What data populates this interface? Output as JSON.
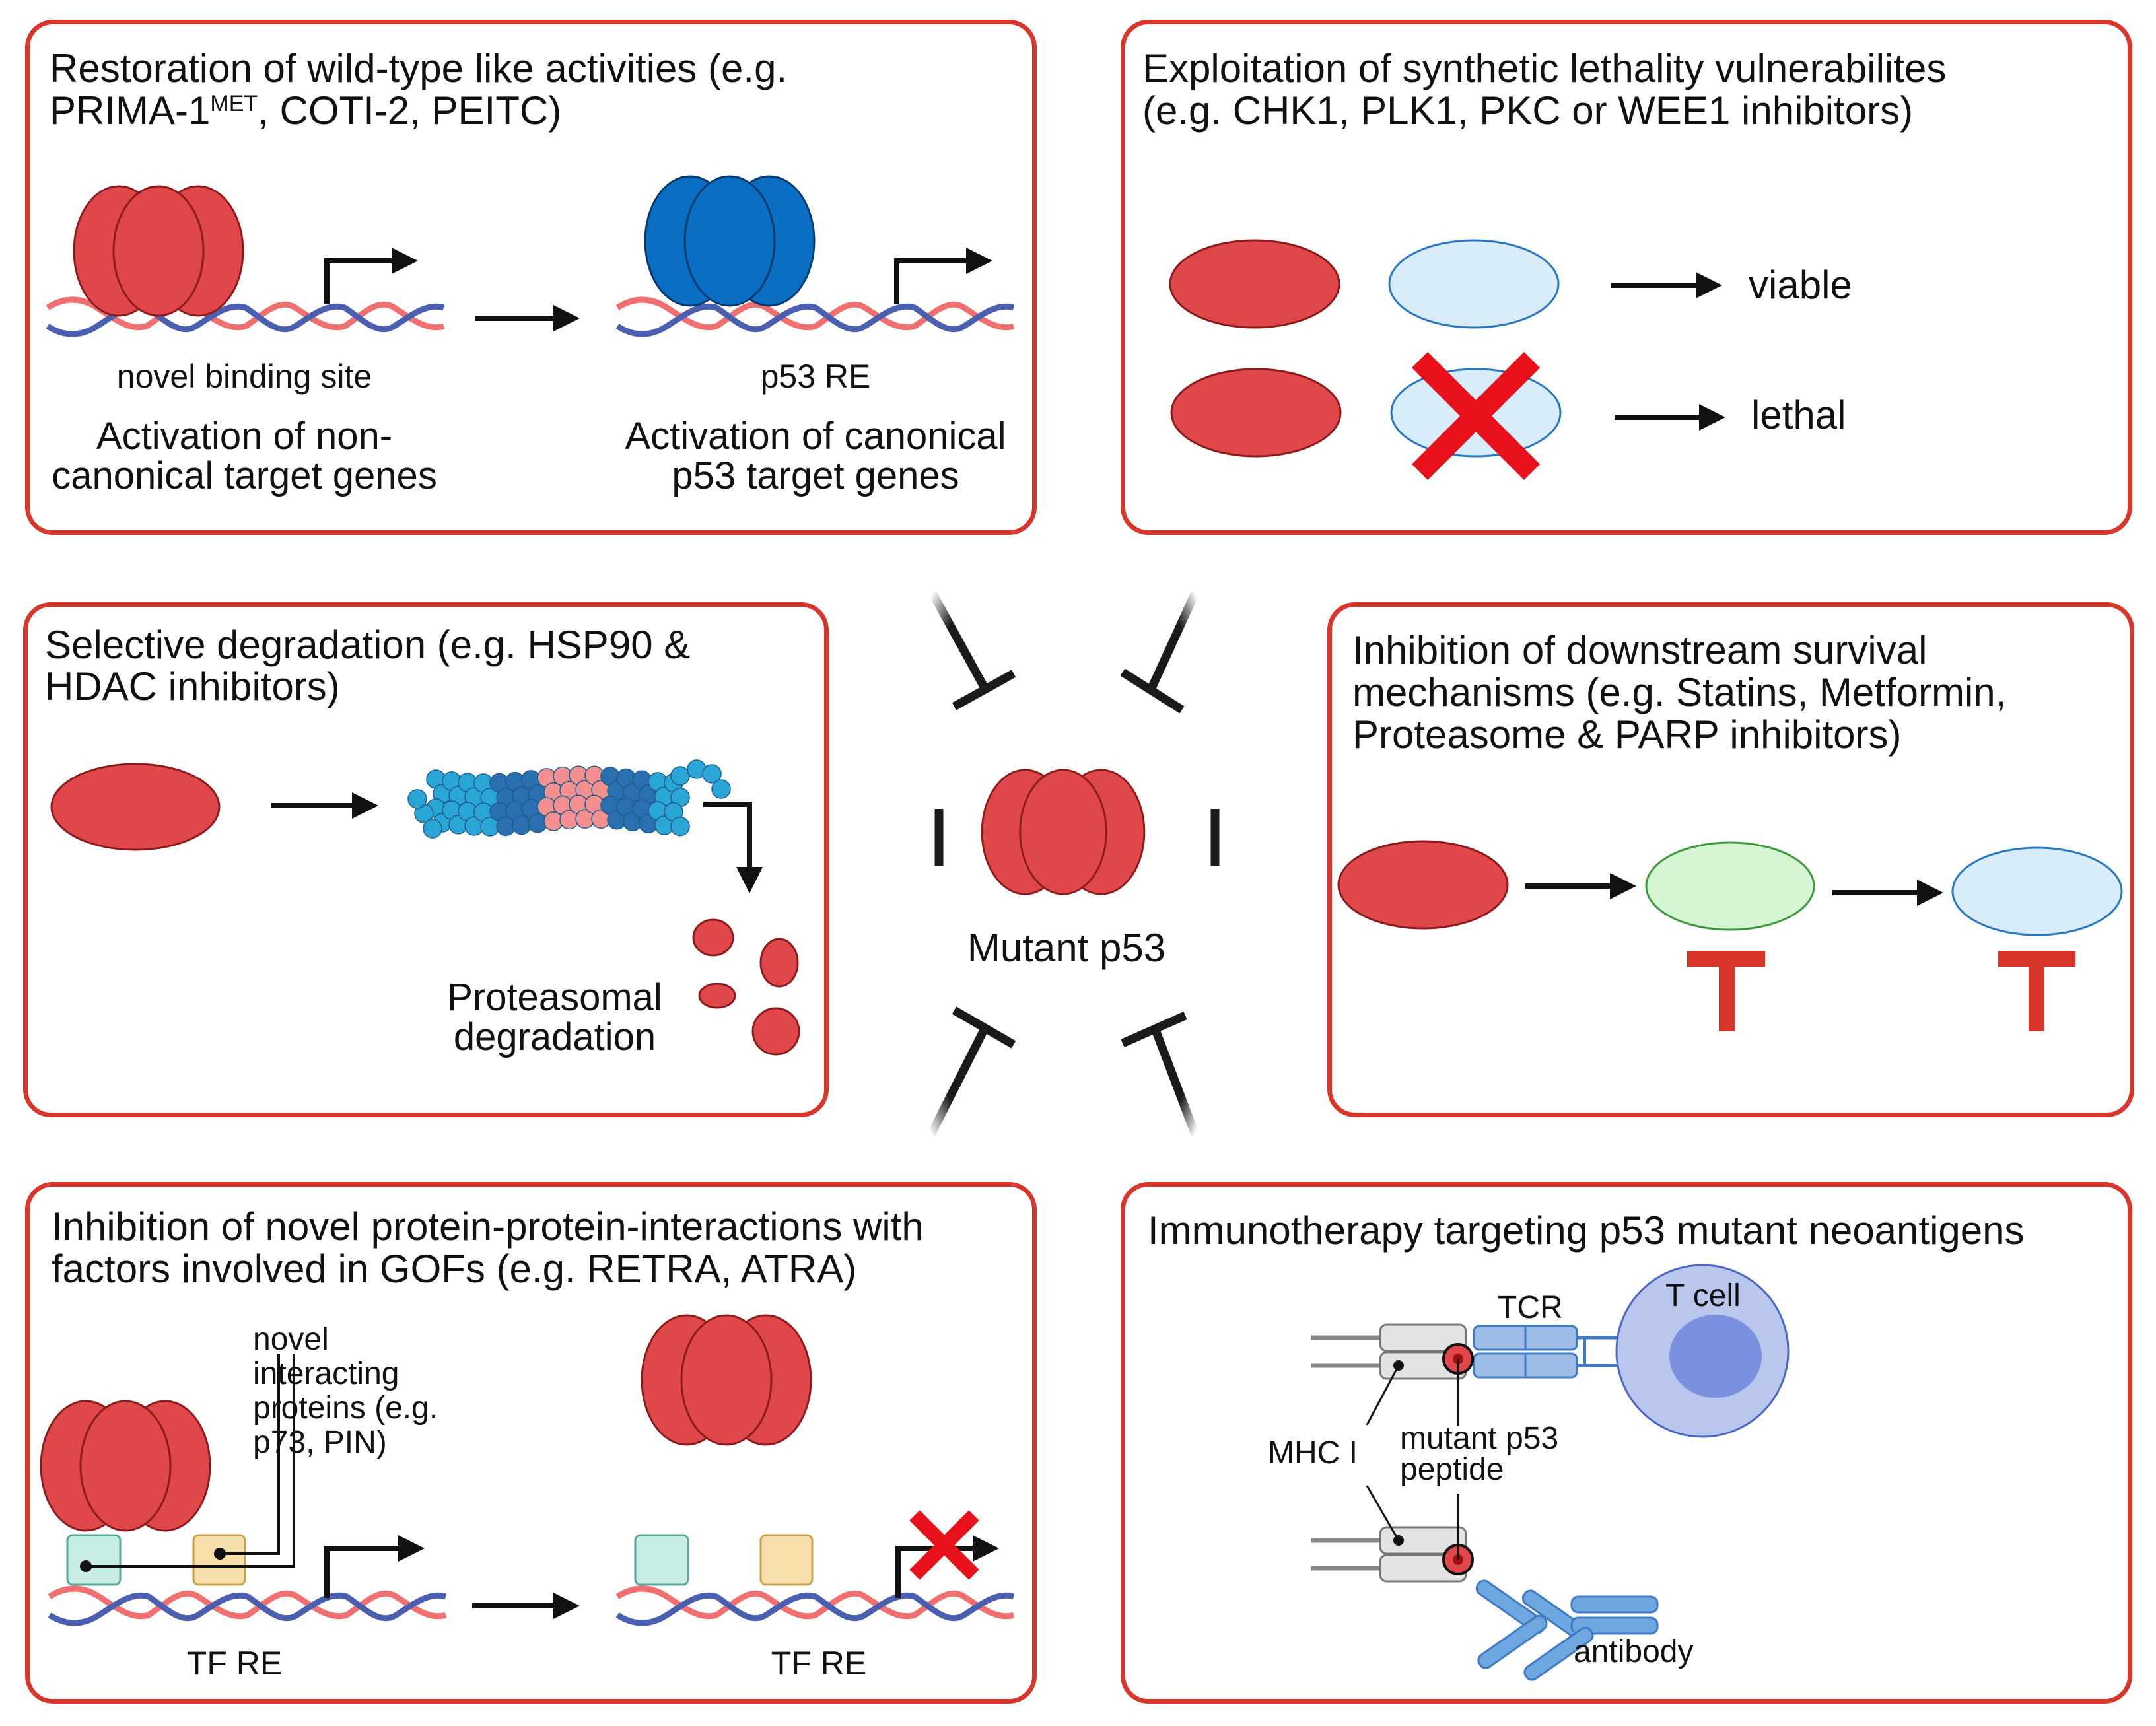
{
  "colors": {
    "border": "#d9362b",
    "mutant_protein": "#e0474a",
    "wildtype_protein": "#0a6fc2",
    "dna_red": "#f07070",
    "dna_blue": "#4a5fb0",
    "light_blue": "#d8ecfa",
    "light_green": "#d6f5d3",
    "inhibit_red": "#d9362b"
  },
  "center": {
    "label": "Mutant p53"
  },
  "panels": {
    "restoration": {
      "title_line1": "Restoration of wild-type like activities (e.g.",
      "title_line2_pre": "PRIMA-1",
      "title_line2_sup": "MET",
      "title_line2_post": ", COTI-2, PEITC)",
      "left_site": "novel binding site",
      "left_desc_line1": "Activation of non-",
      "left_desc_line2": "canonical target genes",
      "right_site": "p53 RE",
      "right_desc_line1": "Activation of canonical",
      "right_desc_line2": "p53 target genes"
    },
    "synthetic_lethality": {
      "title_line1": "Exploitation of synthetic lethality vulnerabilites",
      "title_line2": "(e.g. CHK1, PLK1, PKC or WEE1 inhibitors)",
      "outcome_top": "viable",
      "outcome_bottom": "lethal"
    },
    "degradation": {
      "title_line1": "Selective degradation (e.g. HSP90 &",
      "title_line2": "HDAC inhibitors)",
      "label_line1": "Proteasomal",
      "label_line2": "degradation"
    },
    "downstream": {
      "title_line1": "Inhibition of downstream survival",
      "title_line2": "mechanisms (e.g. Statins, Metformin,",
      "title_line3": "Proteasome & PARP inhibitors)"
    },
    "ppi": {
      "title_line1": "Inhibition of novel protein-protein-interactions with",
      "title_line2": "factors involved in GOFs (e.g. RETRA, ATRA)",
      "interactor_line1": "novel",
      "interactor_line2": "interacting",
      "interactor_line3": "proteins (e.g.",
      "interactor_line4": "p73, PIN)",
      "left_re": "TF RE",
      "right_re": "TF RE"
    },
    "immunotherapy": {
      "title": "Immunotherapy targeting p53 mutant neoantigens",
      "tcr": "TCR",
      "tcell": "T cell",
      "mhc": "MHC I",
      "peptide_line1": "mutant p53",
      "peptide_line2": "peptide",
      "antibody": "antibody"
    }
  }
}
